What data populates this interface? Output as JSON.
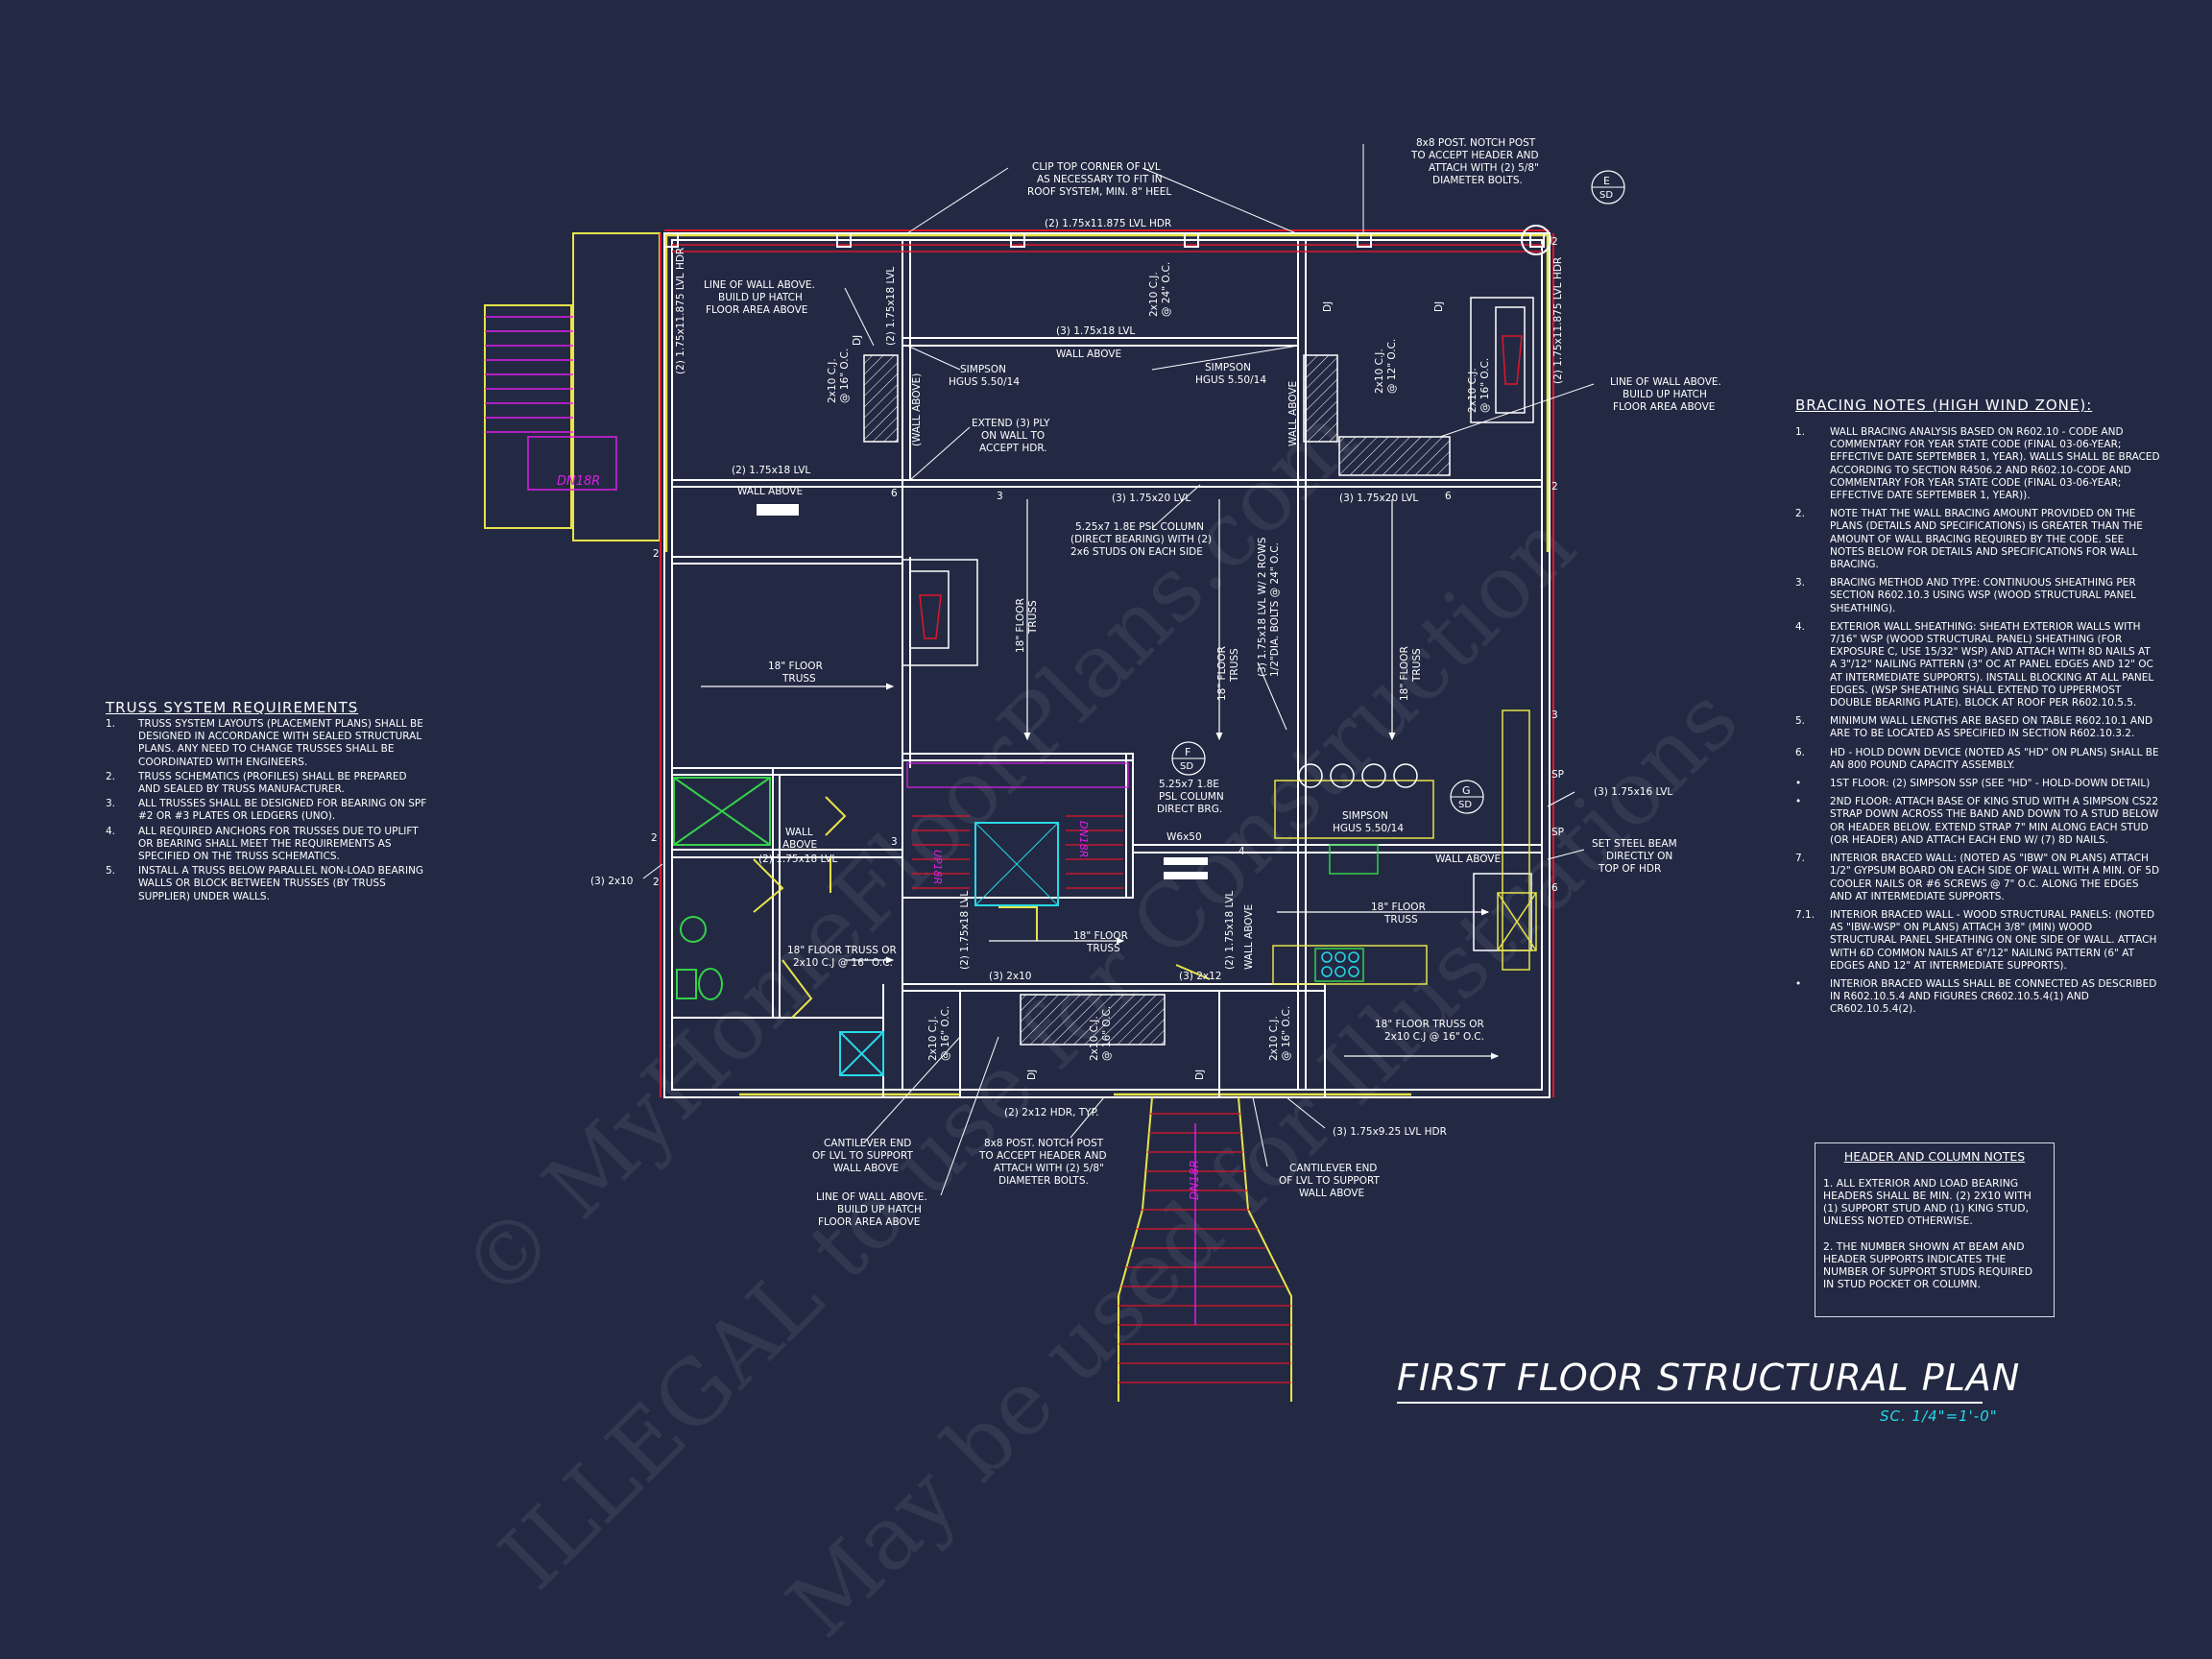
{
  "title": "FIRST FLOOR STRUCTURAL PLAN",
  "scale": "SC. 1/4\"=1'-0\"",
  "watermarks": [
    "© MyHomeFloorPlans.com",
    "ILLEGAL to use for Construction",
    "May be used for Illustrations"
  ],
  "colors": {
    "background": "#232943",
    "lines": "#ffffff",
    "walls_yellow": "#e8e34a",
    "red": "#e0162a",
    "magenta": "#e01ee8",
    "cyan": "#27d9e8",
    "green": "#35d14a"
  },
  "bracing": {
    "heading": "BRACING NOTES (HIGH WIND ZONE):",
    "items": [
      {
        "num": "1.",
        "text": "WALL BRACING ANALYSIS BASED ON R602.10 - CODE AND COMMENTARY FOR YEAR STATE CODE (FINAL 03-06-YEAR; EFFECTIVE DATE SEPTEMBER 1, YEAR). WALLS SHALL BE BRACED ACCORDING TO SECTION R4506.2 AND R602.10-CODE AND COMMENTARY FOR YEAR STATE CODE (FINAL 03-06-YEAR; EFFECTIVE DATE SEPTEMBER 1, YEAR))."
      },
      {
        "num": "2.",
        "text": "NOTE THAT THE WALL BRACING AMOUNT PROVIDED ON THE PLANS (DETAILS AND SPECIFICATIONS) IS GREATER THAN THE AMOUNT OF WALL BRACING REQUIRED BY THE CODE. SEE NOTES BELOW FOR DETAILS AND SPECIFICATIONS FOR WALL BRACING."
      },
      {
        "num": "3.",
        "text": "BRACING METHOD AND TYPE: CONTINUOUS SHEATHING PER SECTION R602.10.3 USING WSP (WOOD STRUCTURAL PANEL SHEATHING)."
      },
      {
        "num": "4.",
        "text": "EXTERIOR WALL SHEATHING: SHEATH EXTERIOR WALLS WITH 7/16\" WSP (WOOD STRUCTURAL PANEL) SHEATHING (FOR EXPOSURE C, USE 15/32\" WSP) AND ATTACH WITH 8d NAILS AT A 3\"/12\" NAILING PATTERN (3\" OC AT PANEL EDGES AND 12\" OC AT INTERMEDIATE SUPPORTS). INSTALL BLOCKING AT ALL PANEL EDGES. (WSP SHEATHING SHALL EXTEND TO UPPERMOST DOUBLE BEARING PLATE). BLOCK AT ROOF PER R602.10.5.5."
      },
      {
        "num": "5.",
        "text": "MINIMUM WALL LENGTHS ARE BASED ON TABLE R602.10.1 AND ARE TO BE LOCATED AS SPECIFIED IN SECTION R602.10.3.2."
      },
      {
        "num": "6.",
        "text": "HD - HOLD DOWN DEVICE (NOTED AS \"HD\" ON PLANS) SHALL BE AN 800 POUND CAPACITY ASSEMBLY."
      },
      {
        "num": "•",
        "text": "1ST FLOOR: (2) SIMPSON SSP (SEE \"HD\" - HOLD-DOWN DETAIL)"
      },
      {
        "num": "•",
        "text": "2ND FLOOR: ATTACH BASE OF KING STUD WITH A SIMPSON CS22 STRAP DOWN ACROSS THE BAND AND DOWN TO A STUD BELOW OR HEADER BELOW. EXTEND STRAP 7\" MIN ALONG EACH STUD (OR HEADER) AND ATTACH EACH END W/ (7) 8d NAILS."
      },
      {
        "num": "7.",
        "text": "INTERIOR BRACED WALL: (NOTED AS \"IBW\" ON PLANS) ATTACH 1/2\" GYPSUM BOARD ON EACH SIDE OF WALL WITH A MIN. OF 5d COOLER NAILS OR #6 SCREWS @ 7\" O.C. ALONG THE EDGES AND AT INTERMEDIATE SUPPORTS."
      },
      {
        "num": "7.1.",
        "text": "INTERIOR BRACED WALL - WOOD STRUCTURAL PANELS: (NOTED AS \"IBW-WSP\" ON PLANS) ATTACH 3/8\" (MIN) WOOD STRUCTURAL PANEL SHEATHING ON ONE SIDE OF WALL. ATTACH WITH 6d COMMON NAILS AT 6\"/12\" NAILING PATTERN (6\" AT EDGES AND 12\" AT INTERMEDIATE SUPPORTS)."
      },
      {
        "num": "•",
        "text": "INTERIOR BRACED WALLS SHALL BE CONNECTED AS DESCRIBED IN R602.10.5.4 AND FIGURES CR602.10.5.4(1) AND CR602.10.5.4(2)."
      }
    ]
  },
  "truss": {
    "heading": "TRUSS SYSTEM REQUIREMENTS",
    "items": [
      {
        "num": "1.",
        "text": "TRUSS SYSTEM LAYOUTS (PLACEMENT PLANS) SHALL BE DESIGNED IN ACCORDANCE WITH SEALED STRUCTURAL PLANS. ANY NEED TO CHANGE TRUSSES SHALL BE COORDINATED WITH ENGINEERS."
      },
      {
        "num": "2.",
        "text": "TRUSS SCHEMATICS (PROFILES) SHALL BE PREPARED AND SEALED BY TRUSS MANUFACTURER."
      },
      {
        "num": "3.",
        "text": "ALL TRUSSES SHALL BE DESIGNED FOR BEARING ON SPF #2 OR #3 PLATES OR LEDGERS (UNO)."
      },
      {
        "num": "4.",
        "text": "ALL REQUIRED ANCHORS FOR TRUSSES DUE TO UPLIFT OR BEARING SHALL MEET THE REQUIREMENTS AS SPECIFIED ON THE TRUSS SCHEMATICS."
      },
      {
        "num": "5.",
        "text": "INSTALL A TRUSS BELOW PARALLEL NON-LOAD BEARING WALLS OR BLOCK BETWEEN TRUSSES (BY TRUSS SUPPLIER) UNDER WALLS."
      }
    ]
  },
  "header_notes": {
    "heading": "HEADER AND COLUMN NOTES",
    "p1": "1. ALL EXTERIOR AND LOAD BEARING HEADERS SHALL BE MIN. (2) 2X10 WITH (1) SUPPORT STUD AND (1) KING STUD, UNLESS NOTED OTHERWISE.",
    "p2": "2. THE NUMBER SHOWN AT BEAM AND HEADER SUPPORTS INDICATES THE NUMBER OF SUPPORT STUDS REQUIRED IN STUD POCKET OR COLUMN."
  },
  "plan_labels": {
    "clip_top": [
      "CLIP TOP CORNER OF LVL",
      "AS NECESSARY TO FIT IN",
      "ROOF SYSTEM, MIN. 8\" HEEL"
    ],
    "post_top": [
      "8x8 POST. NOTCH POST",
      "TO ACCEPT HEADER AND",
      "ATTACH WITH (2) 5/8\"",
      "DIAMETER BOLTS."
    ],
    "top_hdr": "(2) 1.75x11.875 LVL HDR",
    "line_wall_1": [
      "LINE OF WALL ABOVE.",
      "BUILD UP HATCH",
      "FLOOR AREA ABOVE"
    ],
    "line_wall_2": [
      "LINE OF WALL ABOVE.",
      "BUILD UP HATCH",
      "FLOOR AREA ABOVE"
    ],
    "line_wall_3": [
      "LINE OF WALL ABOVE.",
      "BUILD UP HATCH",
      "FLOOR AREA ABOVE"
    ],
    "left_hdr": "(2) 1.75x11.875 LVL HDR",
    "right_hdr": "(2) 1.75x11.875 LVL HDR",
    "lvl_mid": "(3) 1.75x18 LVL",
    "wall_above": "WALL ABOVE",
    "simpson_1": [
      "SIMPSON",
      "HGUS 5.50/14"
    ],
    "simpson_2": [
      "SIMPSON",
      "HGUS 5.50/14"
    ],
    "simpson_3": [
      "SIMPSON",
      "HGUS 5.50/14"
    ],
    "cj_24": [
      "2x10 C.J.",
      "@ 24\" O.C."
    ],
    "cj_16a": [
      "2x10 C.J.",
      "@ 16\" O.C."
    ],
    "cj_12": [
      "2x10 C.J.",
      "@ 12\" O.C."
    ],
    "dj": "DJ",
    "lvl_18_vert": "(2) 1.75x18 LVL",
    "wall_above_vert": "(WALL ABOVE)",
    "extend_ply": [
      "EXTEND (3) PLY",
      "ON WALL TO",
      "ACCEPT HDR."
    ],
    "lvl_218": "(2) 1.75x18 LVL",
    "lvl_320a": "(3) 1.75x20 LVL",
    "lvl_320b": "(3) 1.75x20 LVL",
    "psl_1": [
      "5.25x7 1.8E PSL COLUMN",
      "(DIRECT BEARING) WITH (2)",
      "2x6 STUDS ON EACH SIDE"
    ],
    "lvl_2rows": [
      "(3) 1.75x18 LVL W/ 2 ROWS",
      "1/2\"DIA. BOLTS @ 24\" O.C."
    ],
    "floor_truss_18": [
      "18\" FLOOR",
      "TRUSS"
    ],
    "floor_truss_a": [
      "18\" FLOOR",
      "TRUSS"
    ],
    "floor_truss_b": [
      "18\" FLOOR",
      "TRUSS"
    ],
    "floor_truss_c": [
      "18\" FLOOR",
      "TRUSS"
    ],
    "floor_truss_d": [
      "18\" FLOOR",
      "TRUSS"
    ],
    "floor_truss_e": [
      "18\" FLOOR",
      "TRUSS"
    ],
    "floor_truss_or_1": [
      "18\" FLOOR TRUSS OR",
      "2x10 C.J @ 16\" O.C."
    ],
    "floor_truss_or_2": [
      "18\" FLOOR TRUSS OR",
      "2x10 C.J @ 16\" O.C."
    ],
    "psl_2": [
      "5.25x7 1.8E",
      "PSL COLUMN",
      "DIRECT BRG."
    ],
    "w6x50": "W6x50",
    "wall_above_2": [
      "WALL",
      "ABOVE"
    ],
    "lvl_318": "(2) 1.75x18 LVL",
    "x2x10": "(3) 2x10",
    "x2x10b": "(3) 2x10",
    "x2x12": "(3) 2x12",
    "lvl_316": "(3) 1.75x16 LVL",
    "steel_beam": [
      "SET STEEL BEAM",
      "DIRECTLY ON",
      "TOP OF HDR"
    ],
    "hdr_2x12": "(2) 2x12 HDR, TYP.",
    "cantilever_1": [
      "CANTILEVER END",
      "OF LVL TO SUPPORT",
      "WALL ABOVE"
    ],
    "cantilever_2": [
      "CANTILEVER END",
      "OF LVL TO SUPPORT",
      "WALL ABOVE"
    ],
    "post_bottom": [
      "8x8 POST. NOTCH POST",
      "TO ACCEPT HEADER AND",
      "ATTACH WITH (2) 5/8\"",
      "DIAMETER BOLTS."
    ],
    "lvl_925": "(3) 1.75x9.25 LVL HDR",
    "dn18r_1": "DN18R",
    "dn18r_2": "DN18R",
    "dn18r_3": "DN18R",
    "up18r": "UP18R",
    "sect_e": [
      "E",
      "SD"
    ],
    "sect_f": [
      "F",
      "SD"
    ],
    "sect_g": [
      "G",
      "SD"
    ],
    "sp": "SP",
    "numbers": [
      "2",
      "3",
      "6",
      "4"
    ]
  }
}
